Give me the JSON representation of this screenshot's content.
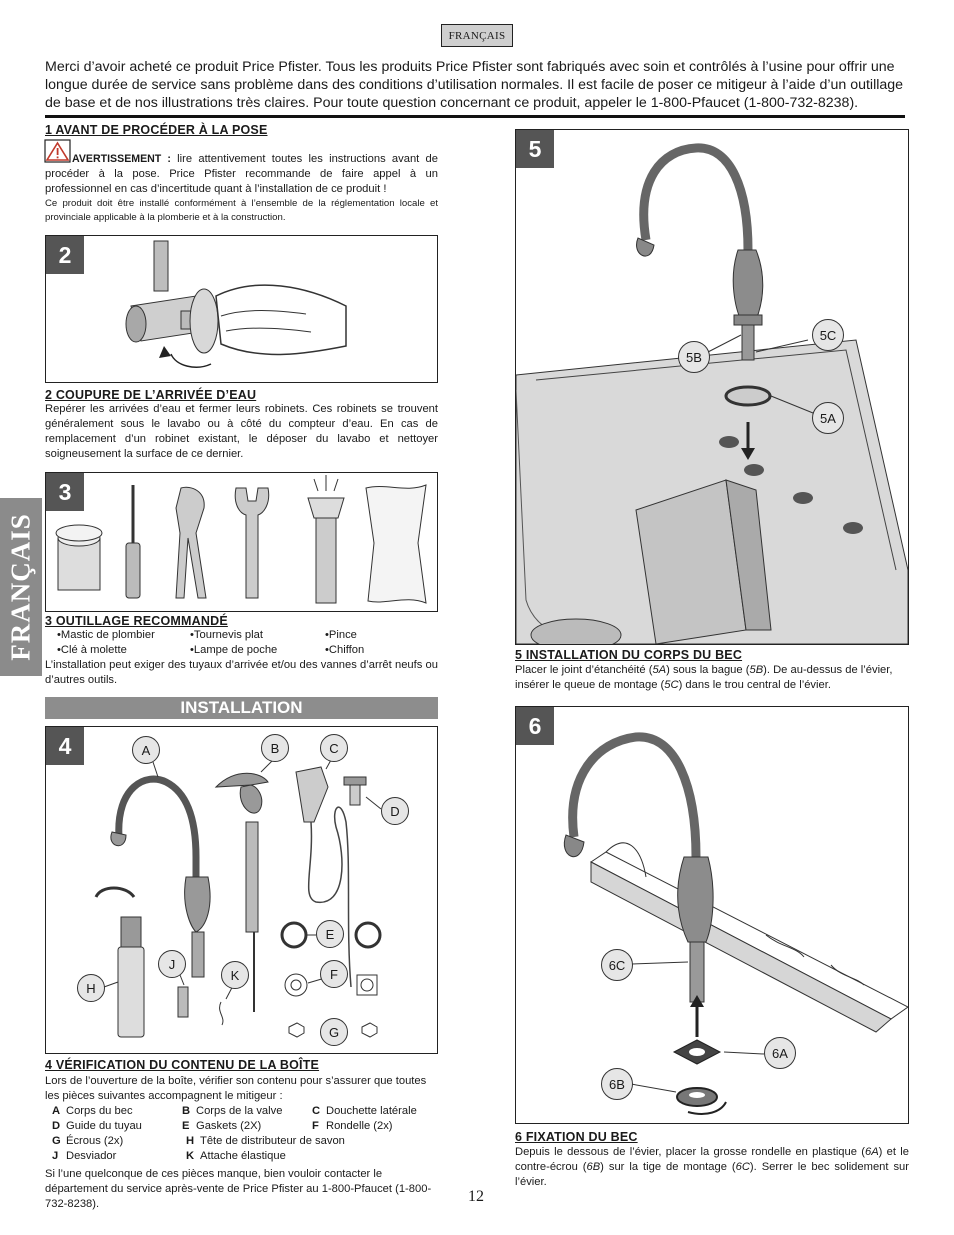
{
  "header": {
    "language_badge": "FRANÇAIS"
  },
  "intro": "Merci d’avoir acheté ce produit Price Pfister. Tous les produits Price Pfister sont fabriqués avec soin et contrôlés à l’usine pour offrir une longue durée de service sans problème dans des conditions d’utilisation normales. Il est facile de poser ce mitigeur à l’aide d’un outillage de base et de nos illustrations très claires. Pour toute question concernant ce produit, appeler le 1-800-Pfaucet (1-800-732-8238).",
  "side_tab": "FRANÇAIS",
  "section1": {
    "title": "1   AVANT DE PROCÉDER À LA POSE",
    "warning_label": "AVERTISSEMENT :",
    "warning_text": " lire attentivement toutes les instructions avant de procéder à la pose. Price Pfister recommande de faire appel à un professionnel en cas d’incertitude quant à l’installation de ce produit !",
    "note": "Ce produit doit être installé conformément à l’ensemble de la réglementation locale et provinciale applicable à la plomberie et à la construction."
  },
  "section2": {
    "step": "2",
    "title": "2   COUPURE DE L’ARRIVÉE D’EAU",
    "text": "Repérer les arrivées d’eau et fermer leurs robinets. Ces robinets se trouvent généralement sous le lavabo ou à côté du compteur d’eau. En cas de remplacement d’un robinet existant, le déposer du lavabo et nettoyer soigneusement la surface de ce dernier."
  },
  "section3": {
    "step": "3",
    "title": "3   OUTILLAGE RECOMMANDÉ",
    "tools": [
      [
        "•Mastic de plombier",
        "•Tournevis plat",
        "•Pince"
      ],
      [
        "•Clé à molette",
        "•Lampe de poche",
        "•Chiffon"
      ]
    ],
    "note": "L’installation peut exiger des tuyaux d’arrivée et/ou des vannes d’arrêt neufs ou d’autres outils."
  },
  "installation_bar": "INSTALLATION",
  "section4": {
    "step": "4",
    "title": "4  VÉRIFICATION DU CONTENU DE LA BOÎTE",
    "text": "Lors de l’ouverture de la boîte, vérifier son contenu pour s’assurer que toutes les pièces suivantes accompagnent le mitigeur :",
    "parts": [
      [
        {
          "k": "A",
          "v": "Corps du bec"
        },
        {
          "k": "B",
          "v": "Corps de la valve"
        },
        {
          "k": "C",
          "v": "Douchette latérale"
        }
      ],
      [
        {
          "k": "D",
          "v": "Guide du tuyau"
        },
        {
          "k": "E",
          "v": "Gaskets (2X)"
        },
        {
          "k": "F",
          "v": "Rondelle (2x)"
        }
      ],
      [
        {
          "k": "G",
          "v": "Écrous (2x)"
        },
        {
          "k": "H",
          "v": "Tête de distributeur de savon"
        },
        {
          "k": "",
          "v": ""
        }
      ],
      [
        {
          "k": "J",
          "v": "Desviador"
        },
        {
          "k": "K",
          "v": "Attache élastique"
        },
        {
          "k": "",
          "v": ""
        }
      ]
    ],
    "footer": "Si l’une quelconque de ces pièces manque, bien vouloir contacter le département du service après-vente de Price Pfister au 1-800-Pfaucet (1-800-732-8238).",
    "callouts": {
      "A": "A",
      "B": "B",
      "C": "C",
      "D": "D",
      "E": "E",
      "F": "F",
      "G": "G",
      "H": "H",
      "J": "J",
      "K": "K"
    }
  },
  "section5": {
    "step": "5",
    "title": "5  INSTALLATION DU CORPS DU BEC",
    "text_parts": [
      "Placer le joint d’étanchéité (",
      "5A",
      ") sous la bague (",
      "5B",
      "). De au-dessus de l’évier, insérer le queue de montage (",
      "5C",
      ") dans le trou central de l’évier."
    ],
    "callouts": {
      "5A": "5A",
      "5B": "5B",
      "5C": "5C"
    }
  },
  "section6": {
    "step": "6",
    "title": "6  FIXATION DU BEC",
    "text_parts": [
      "Depuis le dessous de l’évier, placer la grosse rondelle en plastique (",
      "6A",
      ") et le contre-écrou (",
      "6B",
      ") sur la tige de montage (",
      "6C",
      "). Serrer le bec solidement sur l’évier."
    ],
    "callouts": {
      "6A": "6A",
      "6B": "6B",
      "6C": "6C"
    }
  },
  "page_number": "12"
}
